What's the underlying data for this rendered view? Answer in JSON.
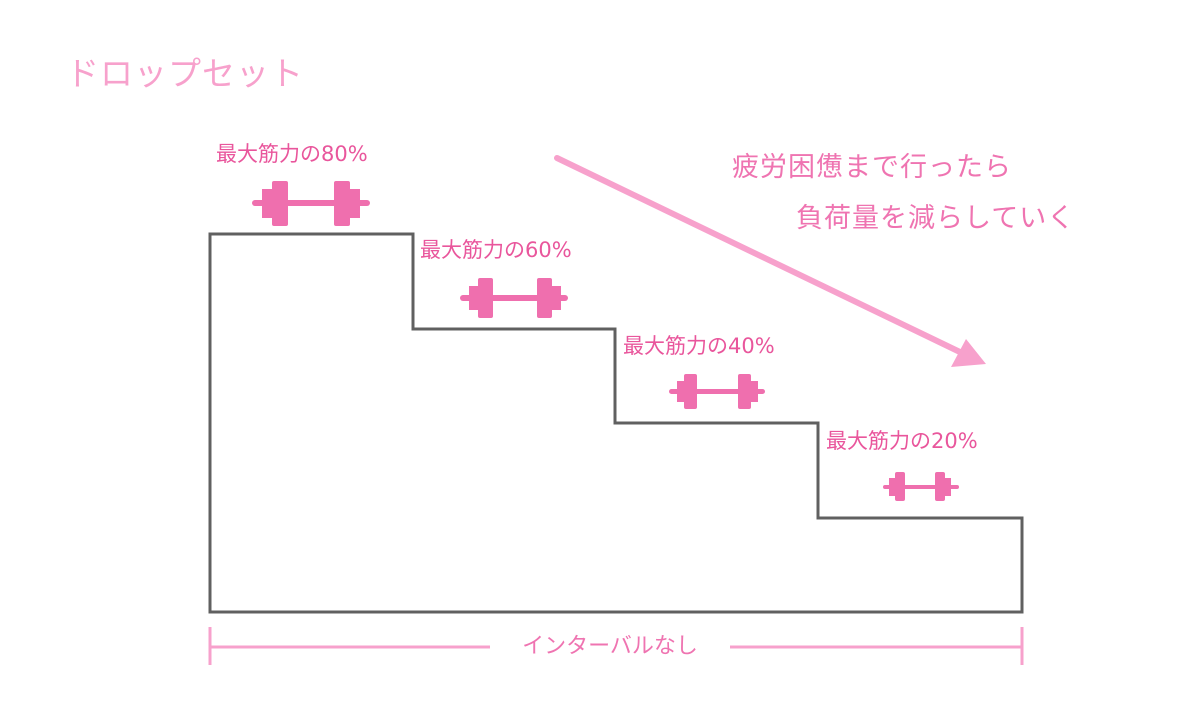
{
  "title": "ドロップセット",
  "steps": [
    {
      "label": "最大筋力の80%",
      "percent": 80
    },
    {
      "label": "最大筋力の60%",
      "percent": 60
    },
    {
      "label": "最大筋力の40%",
      "percent": 40
    },
    {
      "label": "最大筋力の20%",
      "percent": 20
    }
  ],
  "note": {
    "line1": "疲労困憊まで行ったら",
    "line2": "負荷量を減らしていく"
  },
  "interval_label": "インターバルなし",
  "colors": {
    "pink_dark": "#ef6fae",
    "pink_light": "#f7a1cc",
    "outline": "#606060"
  },
  "icons": [
    "barbell-icon",
    "arrow-down-right-icon"
  ]
}
